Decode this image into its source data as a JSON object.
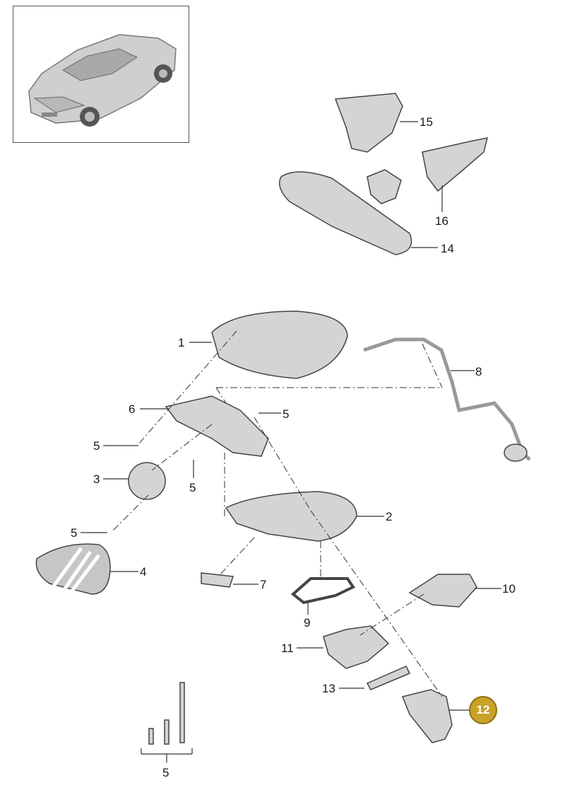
{
  "callouts": {
    "c1": "1",
    "c2": "2",
    "c3": "3",
    "c4": "4",
    "c5a": "5",
    "c5b": "5",
    "c5c": "5",
    "c5d": "5",
    "c5e": "5",
    "c6": "6",
    "c7": "7",
    "c8": "8",
    "c9": "9",
    "c10": "10",
    "c11": "11",
    "c12": "12",
    "c13": "13",
    "c14": "14",
    "c15": "15",
    "c16": "16"
  },
  "colors": {
    "highlight": "#c9a227",
    "part_fill": "#d4d4d4",
    "line": "#333333"
  },
  "icons": {
    "thumbnail": "car-silhouette-icon"
  }
}
